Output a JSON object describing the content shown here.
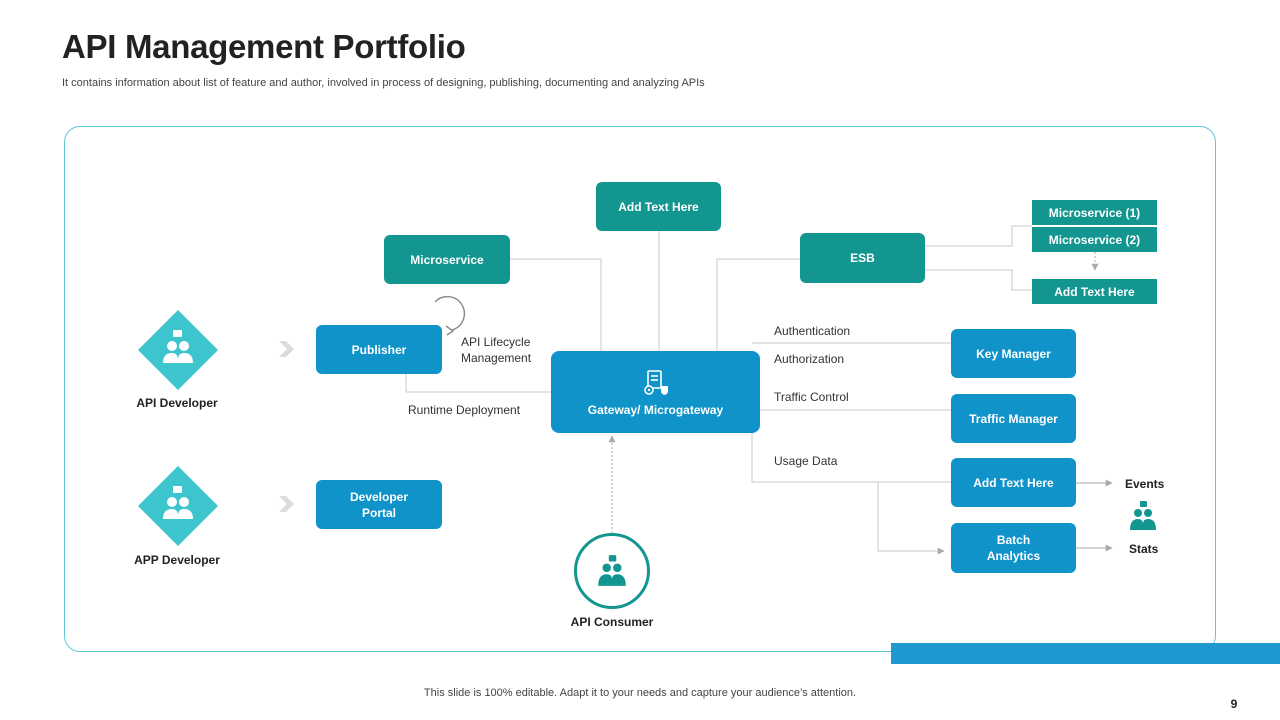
{
  "header": {
    "title": "API Management Portfolio",
    "subtitle": "It contains information about  list of feature and author, involved in process of designing, publishing, documenting and analyzing APIs"
  },
  "footer": {
    "note": "This slide is 100% editable. Adapt it to your needs and capture your audience’s attention.",
    "page_number": "9"
  },
  "colors": {
    "teal": "#13968f",
    "blue": "#0f93c9",
    "cyan_diamond": "#3cc5cc",
    "frame_border": "#5fc8d8"
  },
  "actors": {
    "api_developer": "API Developer",
    "app_developer": "APP Developer",
    "api_consumer": "API Consumer",
    "icon": "users-icon"
  },
  "boxes": {
    "publisher": "Publisher",
    "developer_portal": "Developer\nPortal",
    "microservice": "Microservice",
    "add_text_top": "Add Text Here",
    "esb": "ESB",
    "microservice_1": "Microservice (1)",
    "microservice_2": "Microservice (2)",
    "add_text_right": "Add Text Here",
    "gateway": "Gateway/ Microgateway",
    "key_manager": "Key Manager",
    "traffic_manager": "Traffic Manager",
    "add_text_bottom": "Add Text Here",
    "batch_analytics": "Batch\nAnalytics"
  },
  "labels": {
    "api_lifecycle": "API Lifecycle\nManagement",
    "runtime_deployment": "Runtime Deployment",
    "authentication": "Authentication",
    "authorization": "Authorization",
    "traffic_control": "Traffic Control",
    "usage_data": "Usage Data",
    "events": "Events",
    "stats": "Stats"
  },
  "icons": {
    "gateway": "server-gear-icon",
    "cycle": "refresh-cycle-icon",
    "chevron": "chevron-right-icon"
  }
}
